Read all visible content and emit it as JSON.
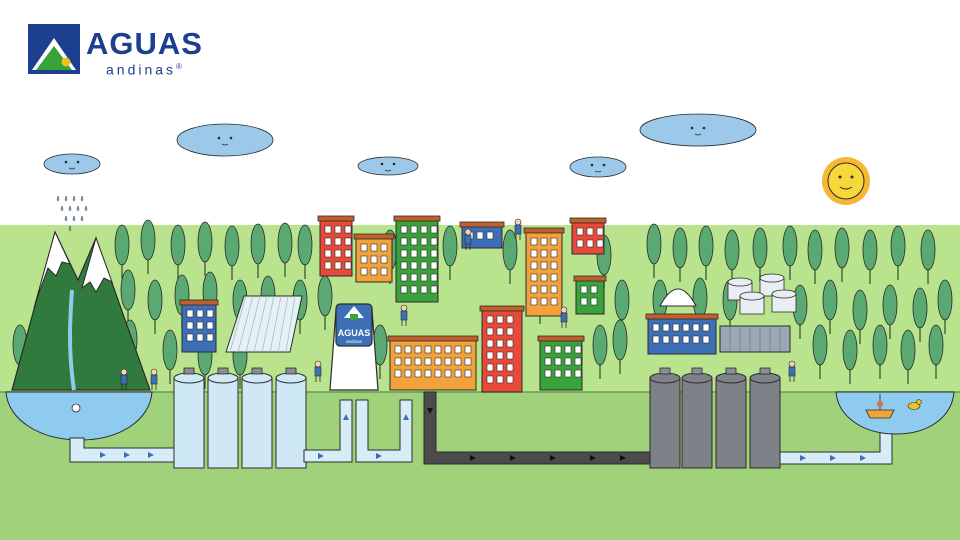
{
  "brand": {
    "name": "AGUAS",
    "tagline": "andinas",
    "mark": "®",
    "colors": {
      "blue": "#1d3f8f",
      "green": "#3aa23a",
      "yellow": "#f2c21b"
    }
  },
  "tank_label": {
    "name": "AGUAS",
    "tagline": "andinas"
  },
  "scene": {
    "colors": {
      "grass": "#b9e38d",
      "ground": "#9fd27a",
      "tree": "#5aa872",
      "trunk": "#4a6b3c",
      "mountain": "#2f7a3c",
      "snow": "#ffffff",
      "cloud": "#9cc9ea",
      "sun": "#f6d83b",
      "clean_pipe": "#d6ecf7",
      "dirty_pipe": "#4b4b4b",
      "clean_tank": "#cfe8f6",
      "dirty_tank": "#7d8288",
      "water": "#8fcbef",
      "outline": "#2b2b2b"
    },
    "icons": [
      "mountain-icon",
      "cloud-icon",
      "sun-icon",
      "tree-icon",
      "house-icon",
      "greenhouse-icon",
      "storage-tank-icon",
      "water-tank-icon",
      "building-icon",
      "pipe-icon",
      "flow-arrow-icon",
      "lake-icon",
      "person-icon",
      "boat-icon",
      "duck-icon"
    ]
  }
}
